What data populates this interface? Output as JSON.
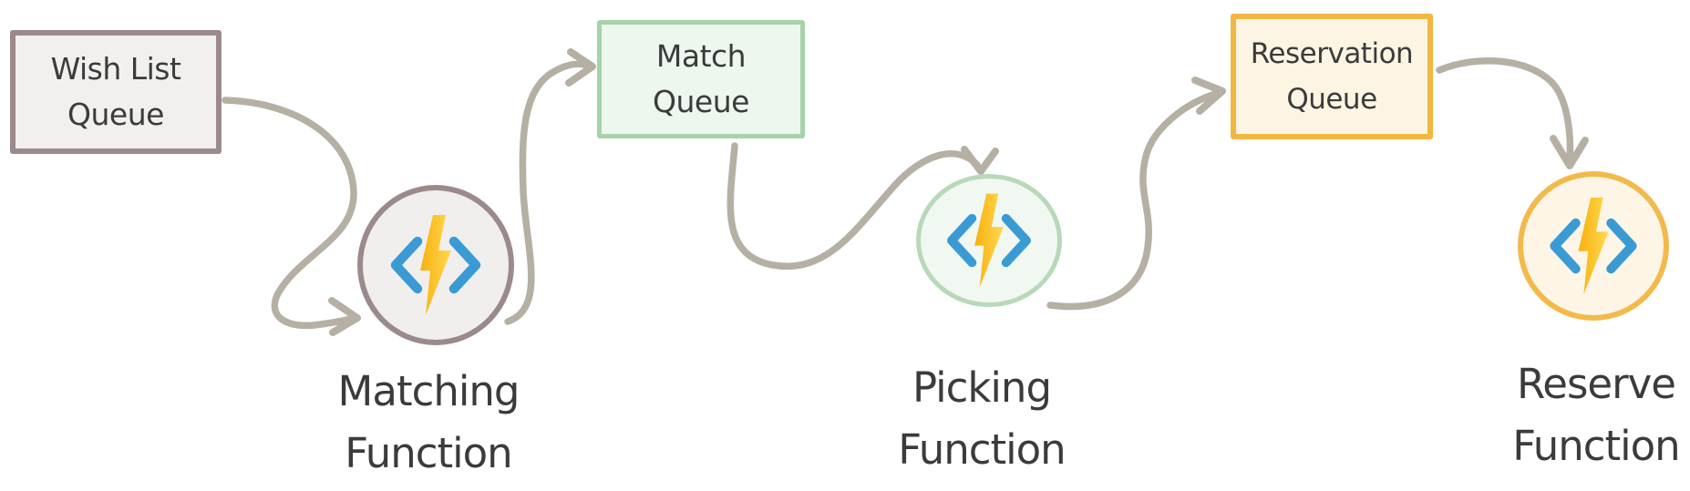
{
  "diagram": {
    "type": "flow-diagram",
    "nodes": [
      {
        "id": "wish-list-queue",
        "kind": "queue",
        "label": "Wish List\nQueue",
        "border": "#9b8a8c",
        "fill": "#f2f0ee"
      },
      {
        "id": "matching-function",
        "kind": "function",
        "label": "Matching\nFunction",
        "icon": "azure-functions-icon",
        "border": "#9b8a8c",
        "fill": "#f1efed"
      },
      {
        "id": "match-queue",
        "kind": "queue",
        "label": "Match\nQueue",
        "border": "#a6d3a9",
        "fill": "#edf7ed"
      },
      {
        "id": "picking-function",
        "kind": "function",
        "label": "Picking\nFunction",
        "icon": "azure-functions-icon",
        "border": "#b7d9b9",
        "fill": "#f1f8f1"
      },
      {
        "id": "reservation-queue",
        "kind": "queue",
        "label": "Reservation\nQueue",
        "border": "#f2b642",
        "fill": "#fdf5e3"
      },
      {
        "id": "reserve-function",
        "kind": "function",
        "label": "Reserve\nFunction",
        "icon": "azure-functions-icon",
        "border": "#f3b94b",
        "fill": "#fdf5e6"
      }
    ],
    "edges": [
      {
        "from": "wish-list-queue",
        "to": "matching-function"
      },
      {
        "from": "matching-function",
        "to": "match-queue"
      },
      {
        "from": "match-queue",
        "to": "picking-function"
      },
      {
        "from": "picking-function",
        "to": "reservation-queue"
      },
      {
        "from": "reservation-queue",
        "to": "reserve-function"
      }
    ],
    "colors": {
      "background": "#ffffff",
      "arrow": "#b6afa4",
      "text": "#3b3b3b",
      "icon_blue": "#3a9bd4",
      "icon_yellow": "#f9b00f",
      "icon_yellow_light": "#ffd94f"
    }
  }
}
